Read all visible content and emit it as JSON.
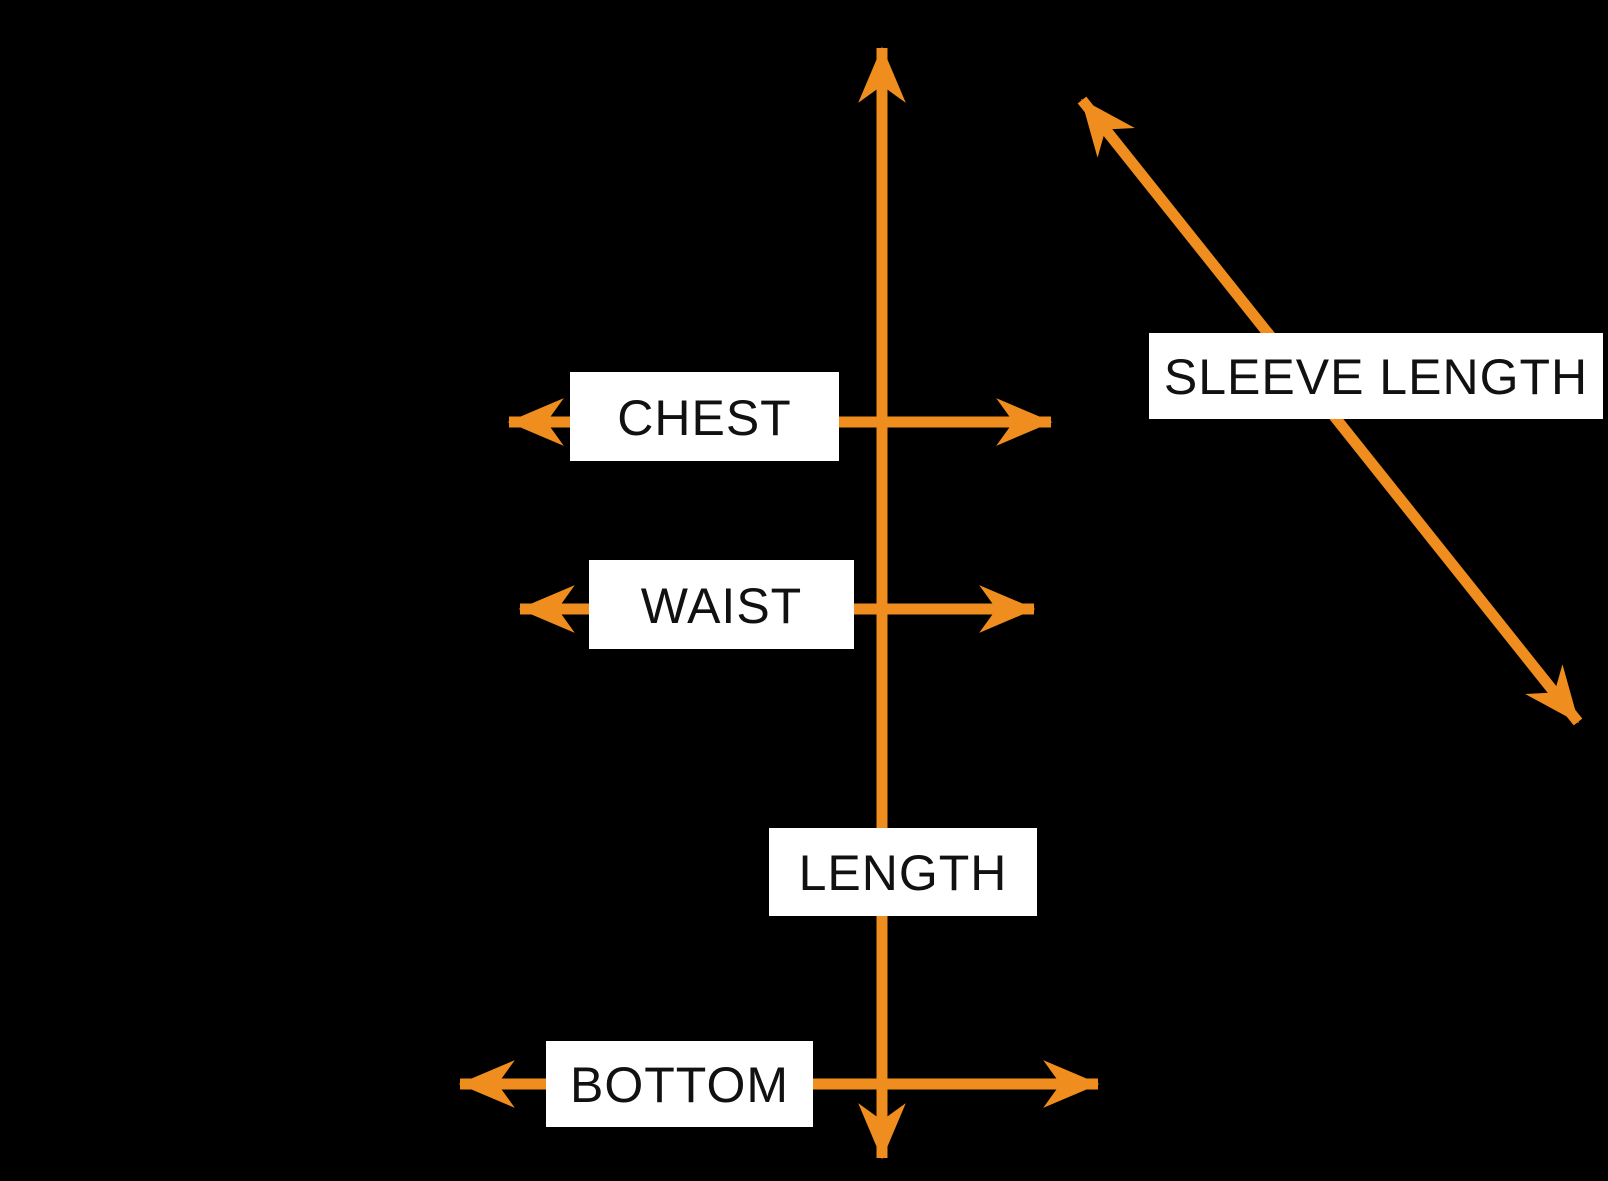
{
  "diagram": {
    "labels": {
      "chest": "CHEST",
      "waist": "WAIST",
      "length": "LENGTH",
      "bottom": "BOTTOM",
      "sleeve_length": "SLEEVE LENGTH"
    }
  },
  "colors": {
    "background": "#000000",
    "arrow": "#EF8E1E",
    "label_background": "#FFFFFF",
    "label_text": "#111111"
  }
}
